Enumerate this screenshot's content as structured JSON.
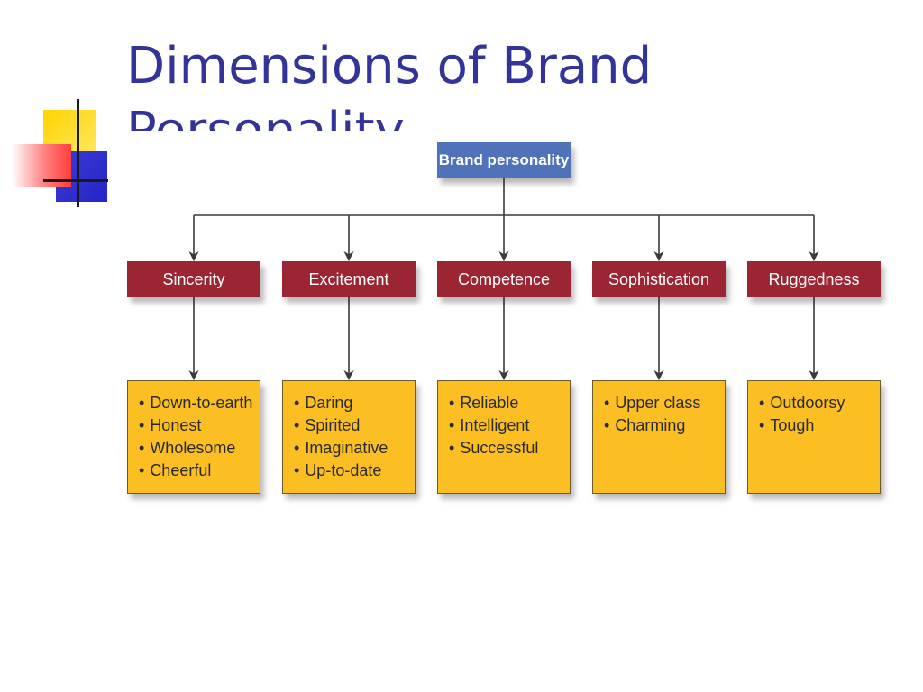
{
  "slide": {
    "title_line1": "Dimensions of Brand",
    "title_line2": "Personality"
  },
  "colors": {
    "title": "#333399",
    "root_box": "#4f72b8",
    "dimension_box": "#9b2533",
    "trait_box": "#fbbf24",
    "connector": "#3a3a3a"
  },
  "diagram": {
    "root": "Brand personality",
    "dimensions": [
      {
        "label": "Sincerity",
        "traits": [
          "Down-to-earth",
          "Honest",
          "Wholesome",
          "Cheerful"
        ]
      },
      {
        "label": "Excitement",
        "traits": [
          "Daring",
          "Spirited",
          "Imaginative",
          "Up-to-date"
        ]
      },
      {
        "label": "Competence",
        "traits": [
          "Reliable",
          "Intelligent",
          "Successful"
        ]
      },
      {
        "label": "Sophistication",
        "traits": [
          "Upper class",
          "Charming"
        ]
      },
      {
        "label": "Ruggedness",
        "traits": [
          "Outdoorsy",
          "Tough"
        ]
      }
    ]
  }
}
